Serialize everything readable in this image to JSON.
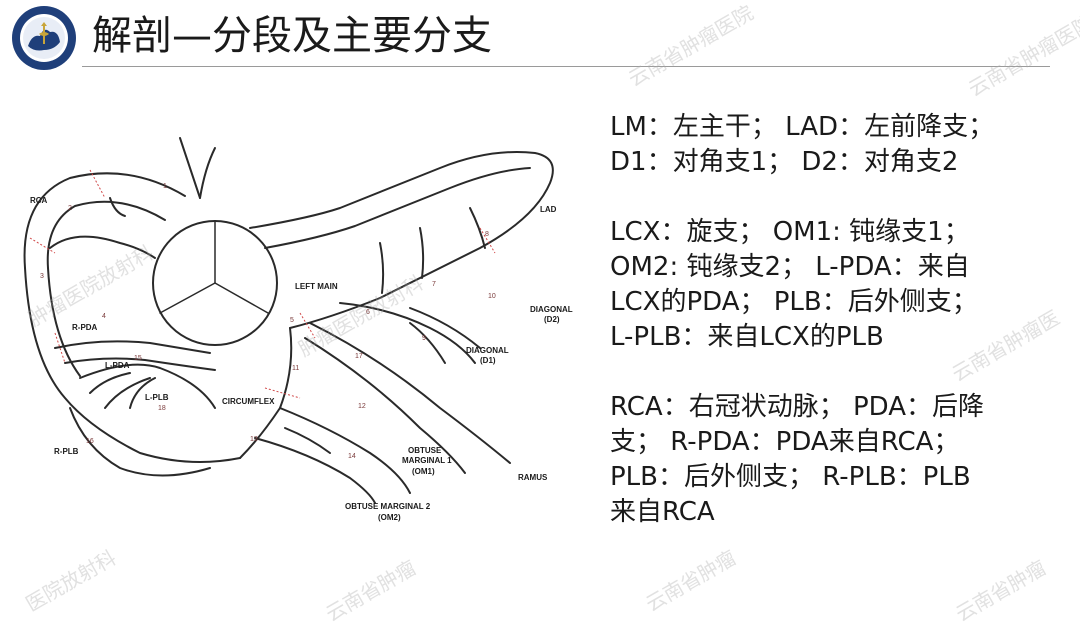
{
  "title": "解剖—分段及主要分支",
  "watermark": {
    "text_a": "云南省肿瘤医院",
    "text_b": "肿瘤医院放射科",
    "text_c": "云南省肿瘤",
    "text_d": "医院放射科",
    "text_e": "云南省肿瘤医"
  },
  "diagram": {
    "labels": {
      "rca": "RCA",
      "lad": "LAD",
      "left_main": "LEFT MAIN",
      "diagonal2_a": "DIAGONAL",
      "diagonal2_b": "(D2)",
      "diagonal1_a": "DIAGONAL",
      "diagonal1_b": "(D1)",
      "r_pda": "R-PDA",
      "l_pda": "L-PDA",
      "l_plb": "L-PLB",
      "circumflex": "CIRCUMFLEX",
      "r_plb": "R-PLB",
      "om1_a": "OBTUSE",
      "om1_b": "MARGINAL 1",
      "om1_c": "(OM1)",
      "om2_a": "OBTUSE MARGINAL 2",
      "om2_b": "(OM2)",
      "ramus": "RAMUS"
    },
    "segment_numbers": {
      "n1": "1",
      "n2": "2",
      "n3": "3",
      "n4": "4",
      "n5": "5",
      "n6": "6",
      "n7": "7",
      "n8": "8",
      "n9": "9",
      "n10": "10",
      "n11": "11",
      "n12": "12",
      "n13": "13",
      "n14": "14",
      "n15": "15",
      "n16": "16",
      "n17": "17",
      "n18": "18"
    }
  },
  "text": {
    "line1": "LM：左主干； LAD：左前降支；",
    "line2": "D1：对角支1； D2：对角支2",
    "line3": "LCX：旋支； OM1: 钝缘支1；",
    "line4": "OM2: 钝缘支2； L-PDA：来自",
    "line5": "LCX的PDA； PLB：后外侧支；",
    "line6": "L-PLB：来自LCX的PLB",
    "line7": "RCA：右冠状动脉； PDA：后降",
    "line8": "支； R-PDA：PDA来自RCA；",
    "line9": "PLB：后外侧支； R-PLB：PLB",
    "line10": "来自RCA"
  }
}
